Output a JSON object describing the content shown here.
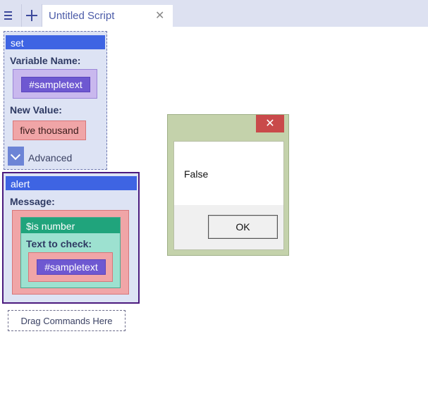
{
  "tabbar": {
    "menu_icon": "hamburger-icon",
    "add_icon": "plus-icon",
    "tab_title": "Untitled Script",
    "tab_close": "✕"
  },
  "set_command": {
    "header": "set",
    "variable_label": "Variable Name:",
    "variable_value": "#sampletext",
    "new_value_label": "New Value:",
    "new_value": "five thousand",
    "advanced_label": "Advanced"
  },
  "alert_command": {
    "header": "alert",
    "message_label": "Message:",
    "function_header": "$is number",
    "text_to_check_label": "Text to check:",
    "text_to_check_value": "#sampletext"
  },
  "drag_target": "Drag Commands Here",
  "dialog": {
    "close": "✕",
    "message": "False",
    "ok_label": "OK"
  },
  "colors": {
    "header_blue": "#3e64e3",
    "variable_purple": "#6e58d1",
    "value_pink": "#f0a5a7",
    "function_green": "#20a47c",
    "dialog_frame": "#c4d2ab",
    "dialog_close_red": "#c94a4a"
  }
}
